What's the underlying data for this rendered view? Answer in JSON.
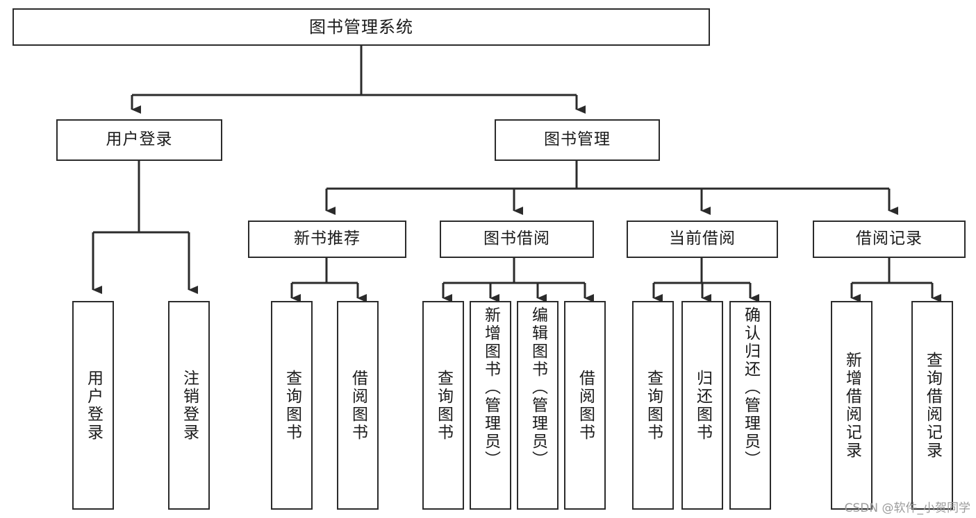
{
  "diagram": {
    "type": "tree-hierarchy",
    "title": "图书管理系统",
    "root": {
      "label": "图书管理系统"
    },
    "level1": [
      {
        "label": "用户登录"
      },
      {
        "label": "图书管理"
      }
    ],
    "level2": [
      {
        "label": "新书推荐"
      },
      {
        "label": "图书借阅"
      },
      {
        "label": "当前借阅"
      },
      {
        "label": "借阅记录"
      }
    ],
    "leaves": {
      "user_login": [
        {
          "label": "用户登录"
        },
        {
          "label": "注销登录"
        }
      ],
      "new_book_recommend": [
        {
          "label": "查询图书"
        },
        {
          "label": "借阅图书"
        }
      ],
      "book_borrow": [
        {
          "label": "查询图书"
        },
        {
          "label": "新增图书（管理员）"
        },
        {
          "label": "编辑图书（管理员）"
        },
        {
          "label": "借阅图书"
        }
      ],
      "current_borrow": [
        {
          "label": "查询图书"
        },
        {
          "label": "归还图书"
        },
        {
          "label": "确认归还（管理员）"
        }
      ],
      "borrow_record": [
        {
          "label": "新增借阅记录"
        },
        {
          "label": "查询借阅记录"
        }
      ]
    }
  },
  "watermark": {
    "text": "CSDN @软件_小贺同学"
  },
  "colors": {
    "background": "#ffffff",
    "border": "#2b2b2b",
    "text": "#1a1a1a",
    "watermark": "#9b9b9b"
  }
}
